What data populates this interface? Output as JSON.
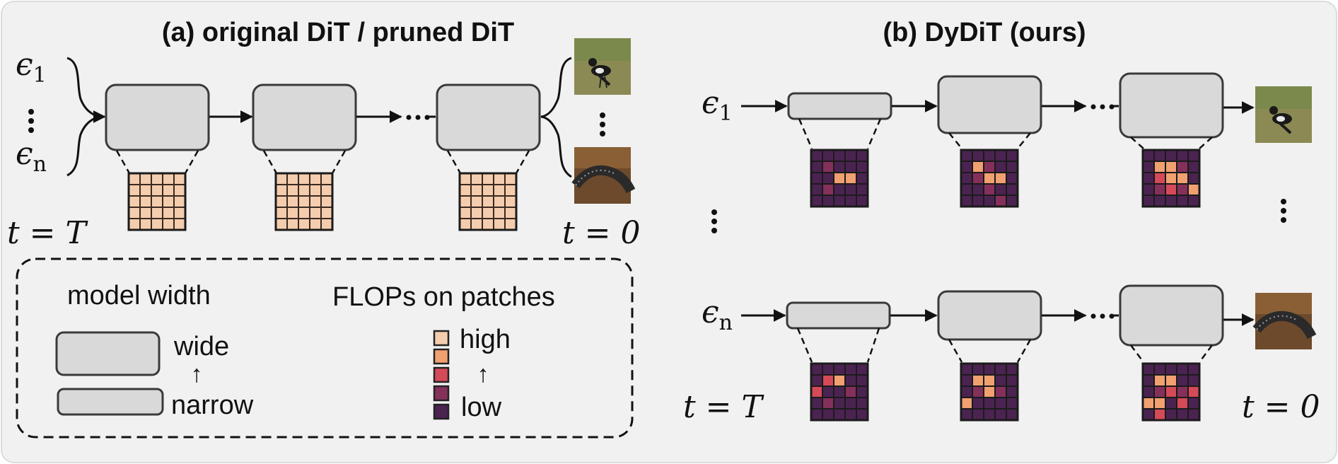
{
  "panel_a": {
    "title": "(a) original DiT / pruned DiT",
    "eps_1": "ϵ",
    "eps_1_sub": "1",
    "eps_n": "ϵ",
    "eps_n_sub": "n",
    "t_start": "t = T",
    "t_end": "t = 0"
  },
  "legend": {
    "width_title": "model width",
    "wide_label": "wide",
    "narrow_label": "narrow",
    "up_arrow": "↑",
    "flops_title": "FLOPs on patches",
    "high_label": "high",
    "low_label": "low"
  },
  "panel_b": {
    "title": "(b) DyDiT (ours)",
    "eps_1": "ϵ",
    "eps_1_sub": "1",
    "eps_n": "ϵ",
    "eps_n_sub": "n",
    "t_start": "t = T",
    "t_end": "t = 0"
  },
  "colors": {
    "background": "#f1f1f1",
    "block_fill": "#d9d9d9",
    "block_stroke": "#3a3a3a",
    "patch_uniform": "#f4cdae",
    "patch_dark": "#4b2351",
    "patch_orange": "#f1a070",
    "patch_red": "#d54a58",
    "patch_plum": "#85305b"
  },
  "flops_scale": [
    "high",
    "orange",
    "red",
    "plum",
    "low"
  ]
}
